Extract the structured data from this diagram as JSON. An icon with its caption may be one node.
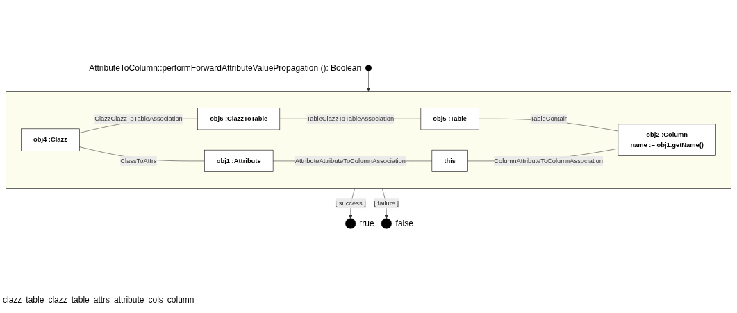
{
  "diagram": {
    "nodes": [
      {
        "text": [],
        "shape": "box"
      },
      {
        "text": [
          "obj4 :Clazz"
        ],
        "in": 0
      },
      {
        "text": [
          "obj6 :ClazzToTable"
        ],
        "in": 0
      },
      {
        "text": [
          "obj5 :Table"
        ],
        "in": 0
      },
      {
        "text": [
          "obj1 :Attribute"
        ],
        "in": 0
      },
      {
        "text": [
          "this"
        ],
        "in": 0
      },
      {
        "text": [
          "obj2 :Column",
          "name := obj1.getName()"
        ],
        "in": 0
      },
      {
        "text": [],
        "shape": "circle",
        "beside": [
          "AttributeToColumn::performForwardAttributeValuePropagation (): Boolean"
        ]
      },
      {
        "text": [],
        "shape": "circle",
        "beside": [
          "true"
        ]
      },
      {
        "text": [],
        "shape": "circle",
        "beside": [
          "false"
        ]
      }
    ],
    "edges": [
      {
        "from": 1,
        "to": 2,
        "arrow": "none",
        "label": "ClazzClazzToTableAssociation"
      },
      {
        "from": 2,
        "to": 3,
        "arrow": "none",
        "label": "TableClazzToTableAssociation"
      },
      {
        "from": 1,
        "to": 4,
        "arrow": "none",
        "label": "ClassToAttrs"
      },
      {
        "from": 3,
        "to": 6,
        "arrow": "none",
        "label": "TableContair"
      },
      {
        "from": 4,
        "to": 5,
        "arrow": "none",
        "label": "AttributeAttributeToColumnAssociation"
      },
      {
        "from": 5,
        "to": 6,
        "arrow": "none",
        "label": "ColumnAttributeToColumnAssociation"
      },
      {
        "from": 7,
        "to": 0,
        "arrow": "to"
      },
      {
        "from": 0,
        "to": 8,
        "arrow": "to",
        "label": "[ success ]"
      },
      {
        "from": 0,
        "to": 9,
        "arrow": "to",
        "label": "[ failure ]"
      }
    ],
    "labels": [
      "clazz",
      "table",
      "clazz",
      "table",
      "attrs",
      "attribute",
      "cols",
      "column"
    ]
  }
}
